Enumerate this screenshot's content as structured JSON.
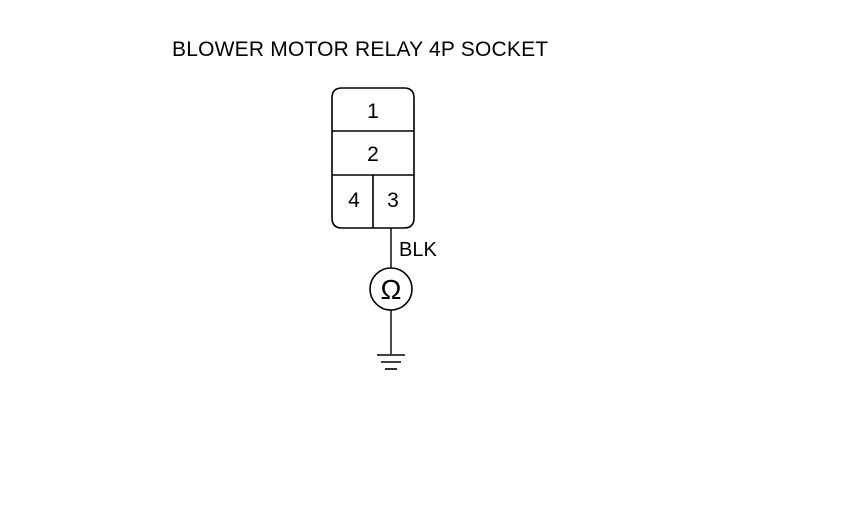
{
  "title": "BLOWER MOTOR RELAY 4P SOCKET",
  "connector": {
    "pins": [
      {
        "id": "pin-1",
        "label": "1"
      },
      {
        "id": "pin-2",
        "label": "2"
      },
      {
        "id": "pin-4",
        "label": "4"
      },
      {
        "id": "pin-3",
        "label": "3"
      }
    ]
  },
  "wire": {
    "color_label": "BLK"
  },
  "meter": {
    "symbol": "Ω",
    "icon": "ohmmeter-icon"
  },
  "ground": {
    "icon": "ground-icon"
  }
}
